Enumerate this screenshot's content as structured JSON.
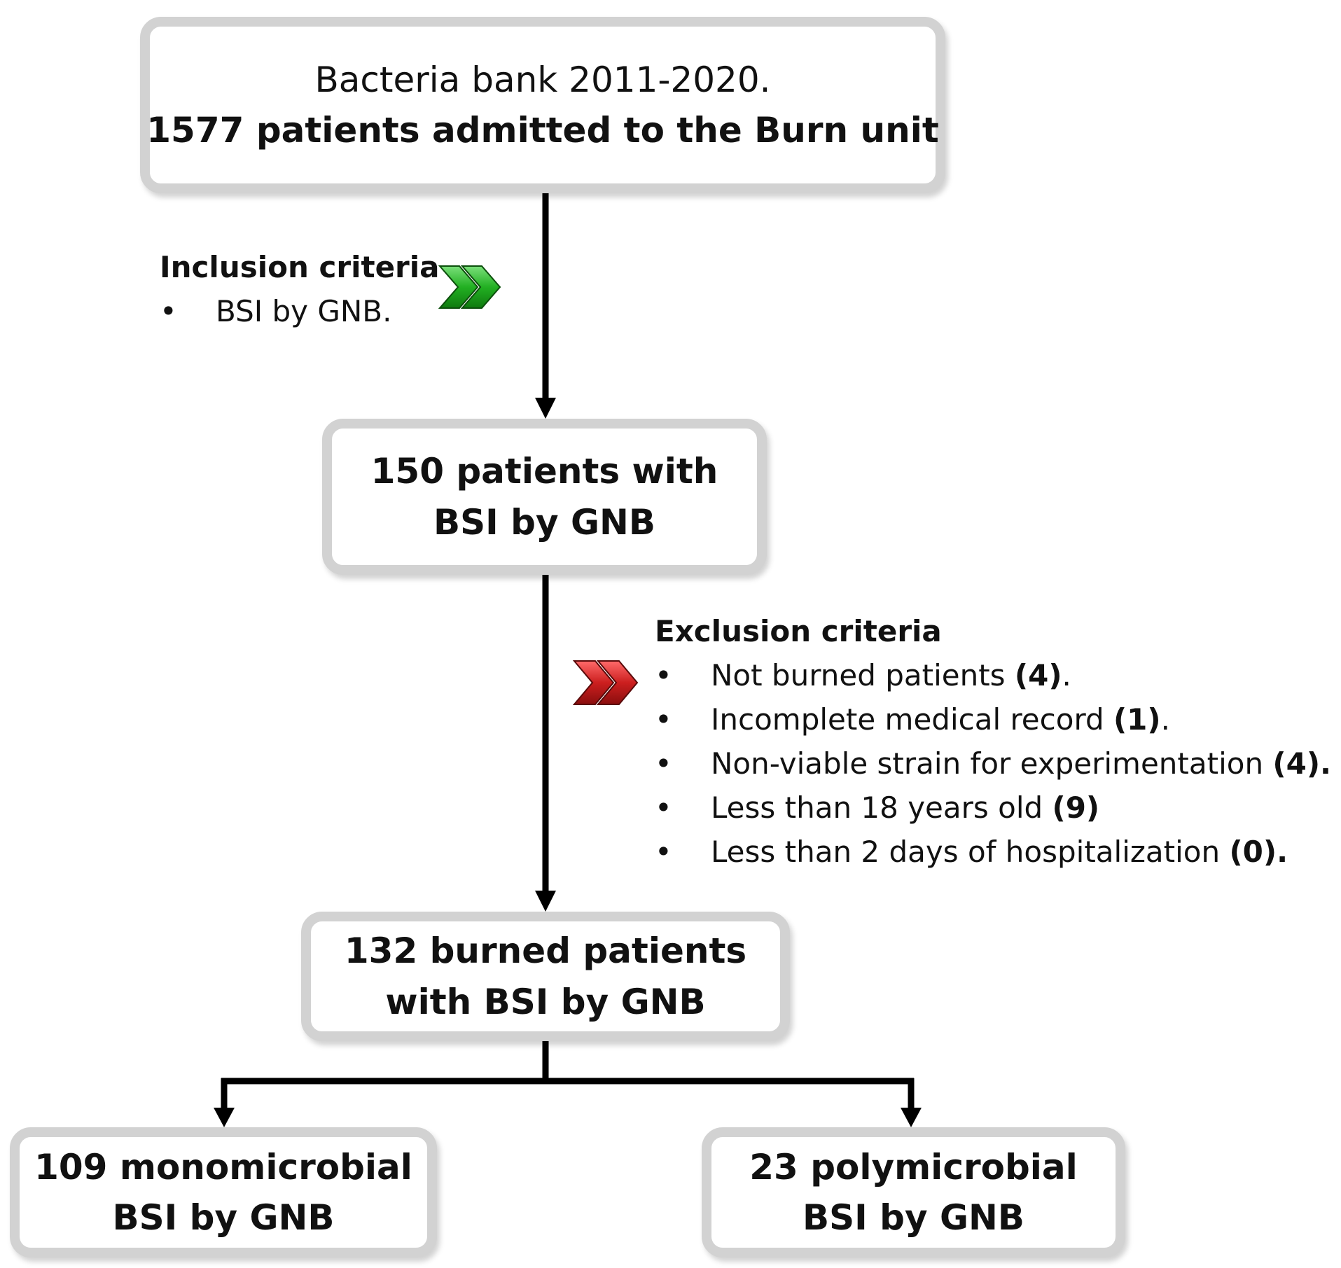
{
  "boxes": {
    "top": {
      "line1": "Bacteria bank 2011-2020.",
      "line2": "1577 patients admitted to the Burn unit"
    },
    "mid": {
      "line1": "150 patients with",
      "line2": "BSI by GNB"
    },
    "third": {
      "line1": "132 burned patients",
      "line2": "with BSI by GNB"
    },
    "left": {
      "line1": "109 monomicrobial",
      "line2": "BSI by GNB"
    },
    "right": {
      "line1": "23 polymicrobial",
      "line2": "BSI by GNB"
    }
  },
  "inclusion": {
    "title": "Inclusion criteria",
    "items": [
      {
        "text": "BSI by GNB."
      }
    ],
    "chevron_color": "#22b022"
  },
  "exclusion": {
    "title": "Exclusion criteria",
    "items": [
      {
        "text": "Not burned patients ",
        "count": "(4)",
        "end": "."
      },
      {
        "text": "Incomplete medical record ",
        "count": "(1)",
        "end": "."
      },
      {
        "text": "Non-viable strain for experimentation ",
        "count": "(4).",
        "end": ""
      },
      {
        "text": "Less than 18 years old ",
        "count": "(9)",
        "end": ""
      },
      {
        "text": "Less than 2 days of hospitalization ",
        "count": "(0).",
        "end": ""
      }
    ],
    "chevron_color": "#cc1f1f"
  },
  "bullet_char": "•"
}
